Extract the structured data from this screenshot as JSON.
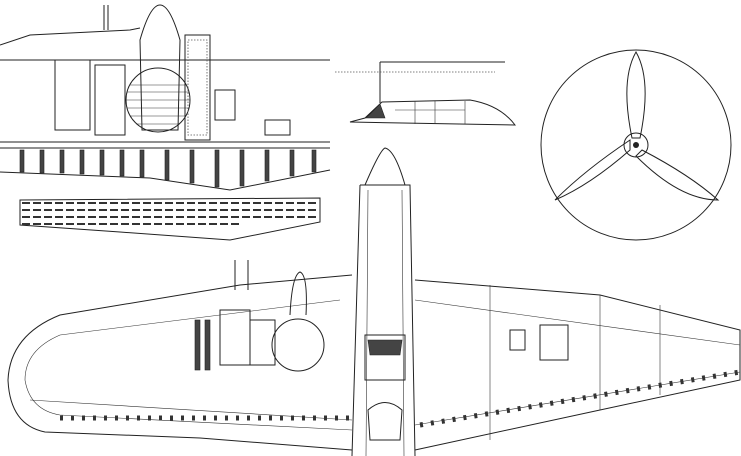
{
  "drawing": {
    "colors": {
      "ink": "#222222",
      "paper": "#ffffff"
    },
    "views": [
      "wing-section-detail",
      "wing-panel-strip",
      "canopy-side-view",
      "propeller-front-view",
      "aircraft-top-view"
    ]
  }
}
